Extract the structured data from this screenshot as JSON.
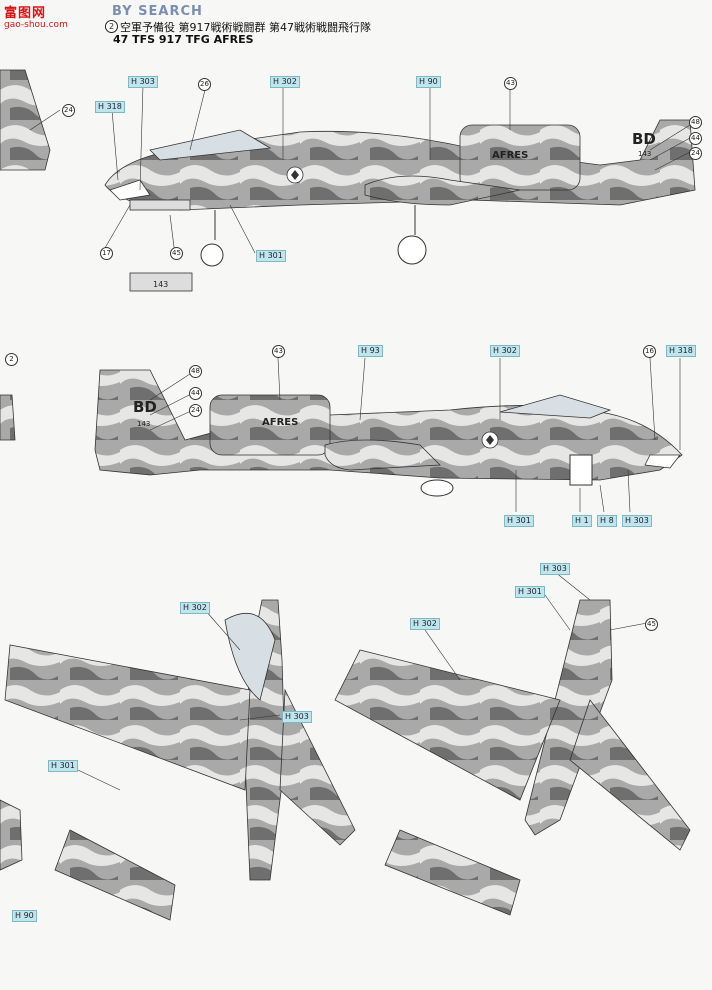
{
  "watermark": {
    "logo": "富图网",
    "search": "BY SEARCH",
    "url": "gao-shou.com"
  },
  "header": {
    "scheme_number": "2",
    "line1": "空軍予備役  第917戦術戦闘群  第47戦術戦闘飛行隊",
    "line2": "47  TFS  917  TFG  AFRES"
  },
  "aircraft_markings": {
    "tail_code": "BD",
    "serial": "143",
    "fuselage_text": "AFRES",
    "pylon_tag": "143"
  },
  "callouts": {
    "H": "H",
    "c303": "303",
    "c302": "302",
    "c90": "90",
    "c318": "318",
    "c301": "301",
    "c93": "93",
    "c1": "1",
    "c8": "8",
    "n26": "26",
    "n43": "43",
    "n24": "24",
    "n48": "48",
    "n44": "44",
    "n17": "17",
    "n45": "45",
    "n16": "16",
    "n2": "2"
  },
  "colors": {
    "camo_light": "#e6e6e4",
    "camo_mid": "#a9a9a9",
    "camo_dark": "#6f6f6f",
    "decal_box": "#bfe6ec"
  }
}
